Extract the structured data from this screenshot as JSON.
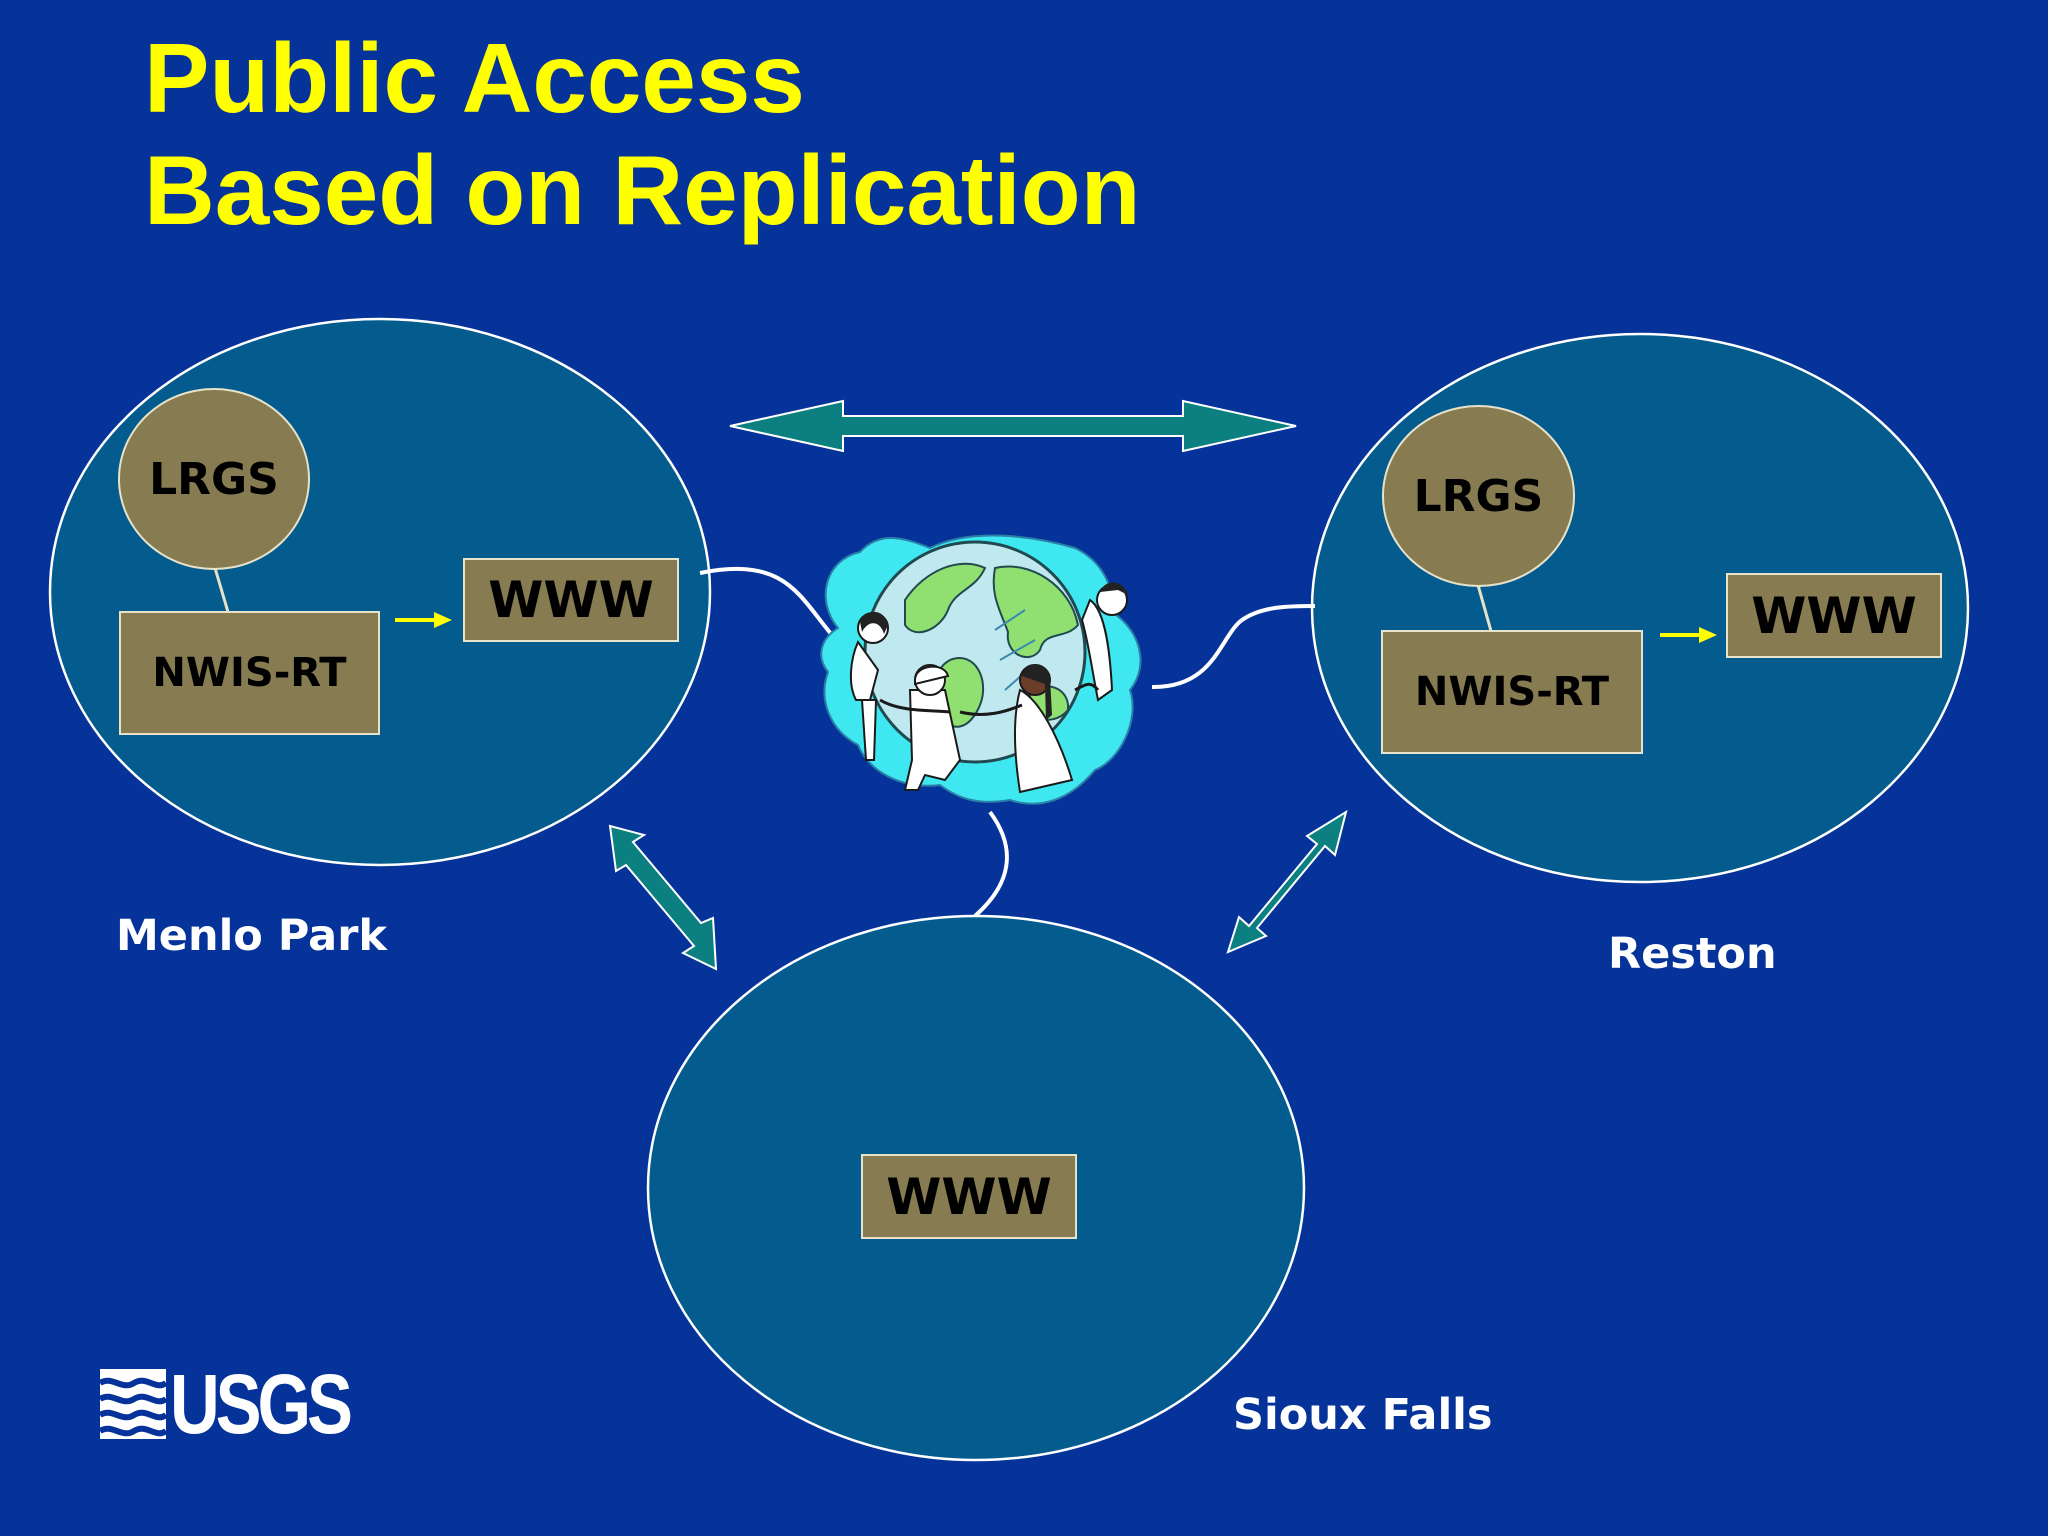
{
  "title": {
    "line1": "Public Access",
    "line2": "Based on Replication"
  },
  "sites": {
    "menlo_park": {
      "label": "Menlo Park",
      "lrgs": "LRGS",
      "nwis": "NWIS-RT",
      "www": "WWW"
    },
    "reston": {
      "label": "Reston",
      "lrgs": "LRGS",
      "nwis": "NWIS-RT",
      "www": "WWW"
    },
    "sioux_falls": {
      "label": "Sioux Falls",
      "www": "WWW"
    }
  },
  "logo": {
    "text": "USGS"
  },
  "colors": {
    "background": "#063399",
    "site_fill": "#045b8e",
    "box_fill": "#877b52",
    "title": "#ffff00",
    "replication_arrow": "#0c8080",
    "feed_arrow": "#ffff00"
  },
  "icons": {
    "center": "globe-with-people-icon",
    "logo_mark": "usgs-waves-icon"
  }
}
